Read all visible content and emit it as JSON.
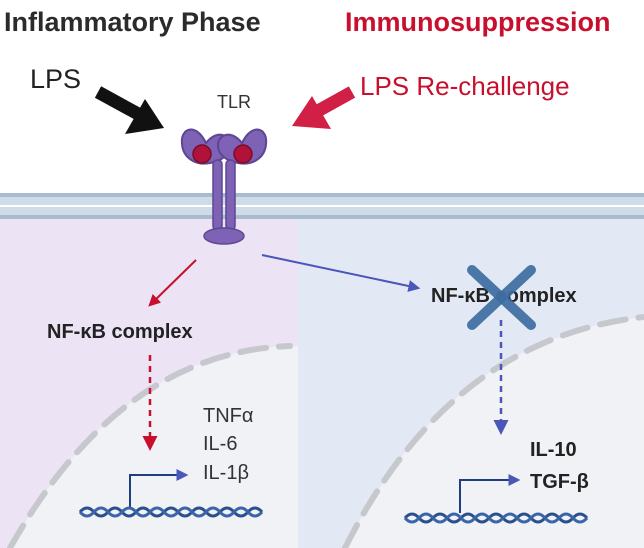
{
  "headers": {
    "left": "Inflammatory Phase",
    "right": "Immunosuppression"
  },
  "stimuli": {
    "lps": "LPS",
    "lps_rechallenge": "LPS Re-challenge"
  },
  "receptor": {
    "label": "TLR"
  },
  "left_pathway": {
    "complex": "NF-κB complex",
    "cytokines": [
      "TNFα",
      "IL-6",
      "IL-1β"
    ]
  },
  "right_pathway": {
    "complex": "NF-κB complex",
    "cytokines": [
      "IL-10",
      "TGF-β"
    ]
  },
  "colors": {
    "red_accent": "#c8102e",
    "left_panel": "#ece3f5",
    "right_panel": "#e2e9f5",
    "membrane": "#b8c9db",
    "receptor": "#7e62b5",
    "receptor_dot": "#b0123a",
    "arrow_blue": "#4a56b8",
    "dna": "#2b4f8c",
    "x_mark": "#3e6ea1"
  }
}
